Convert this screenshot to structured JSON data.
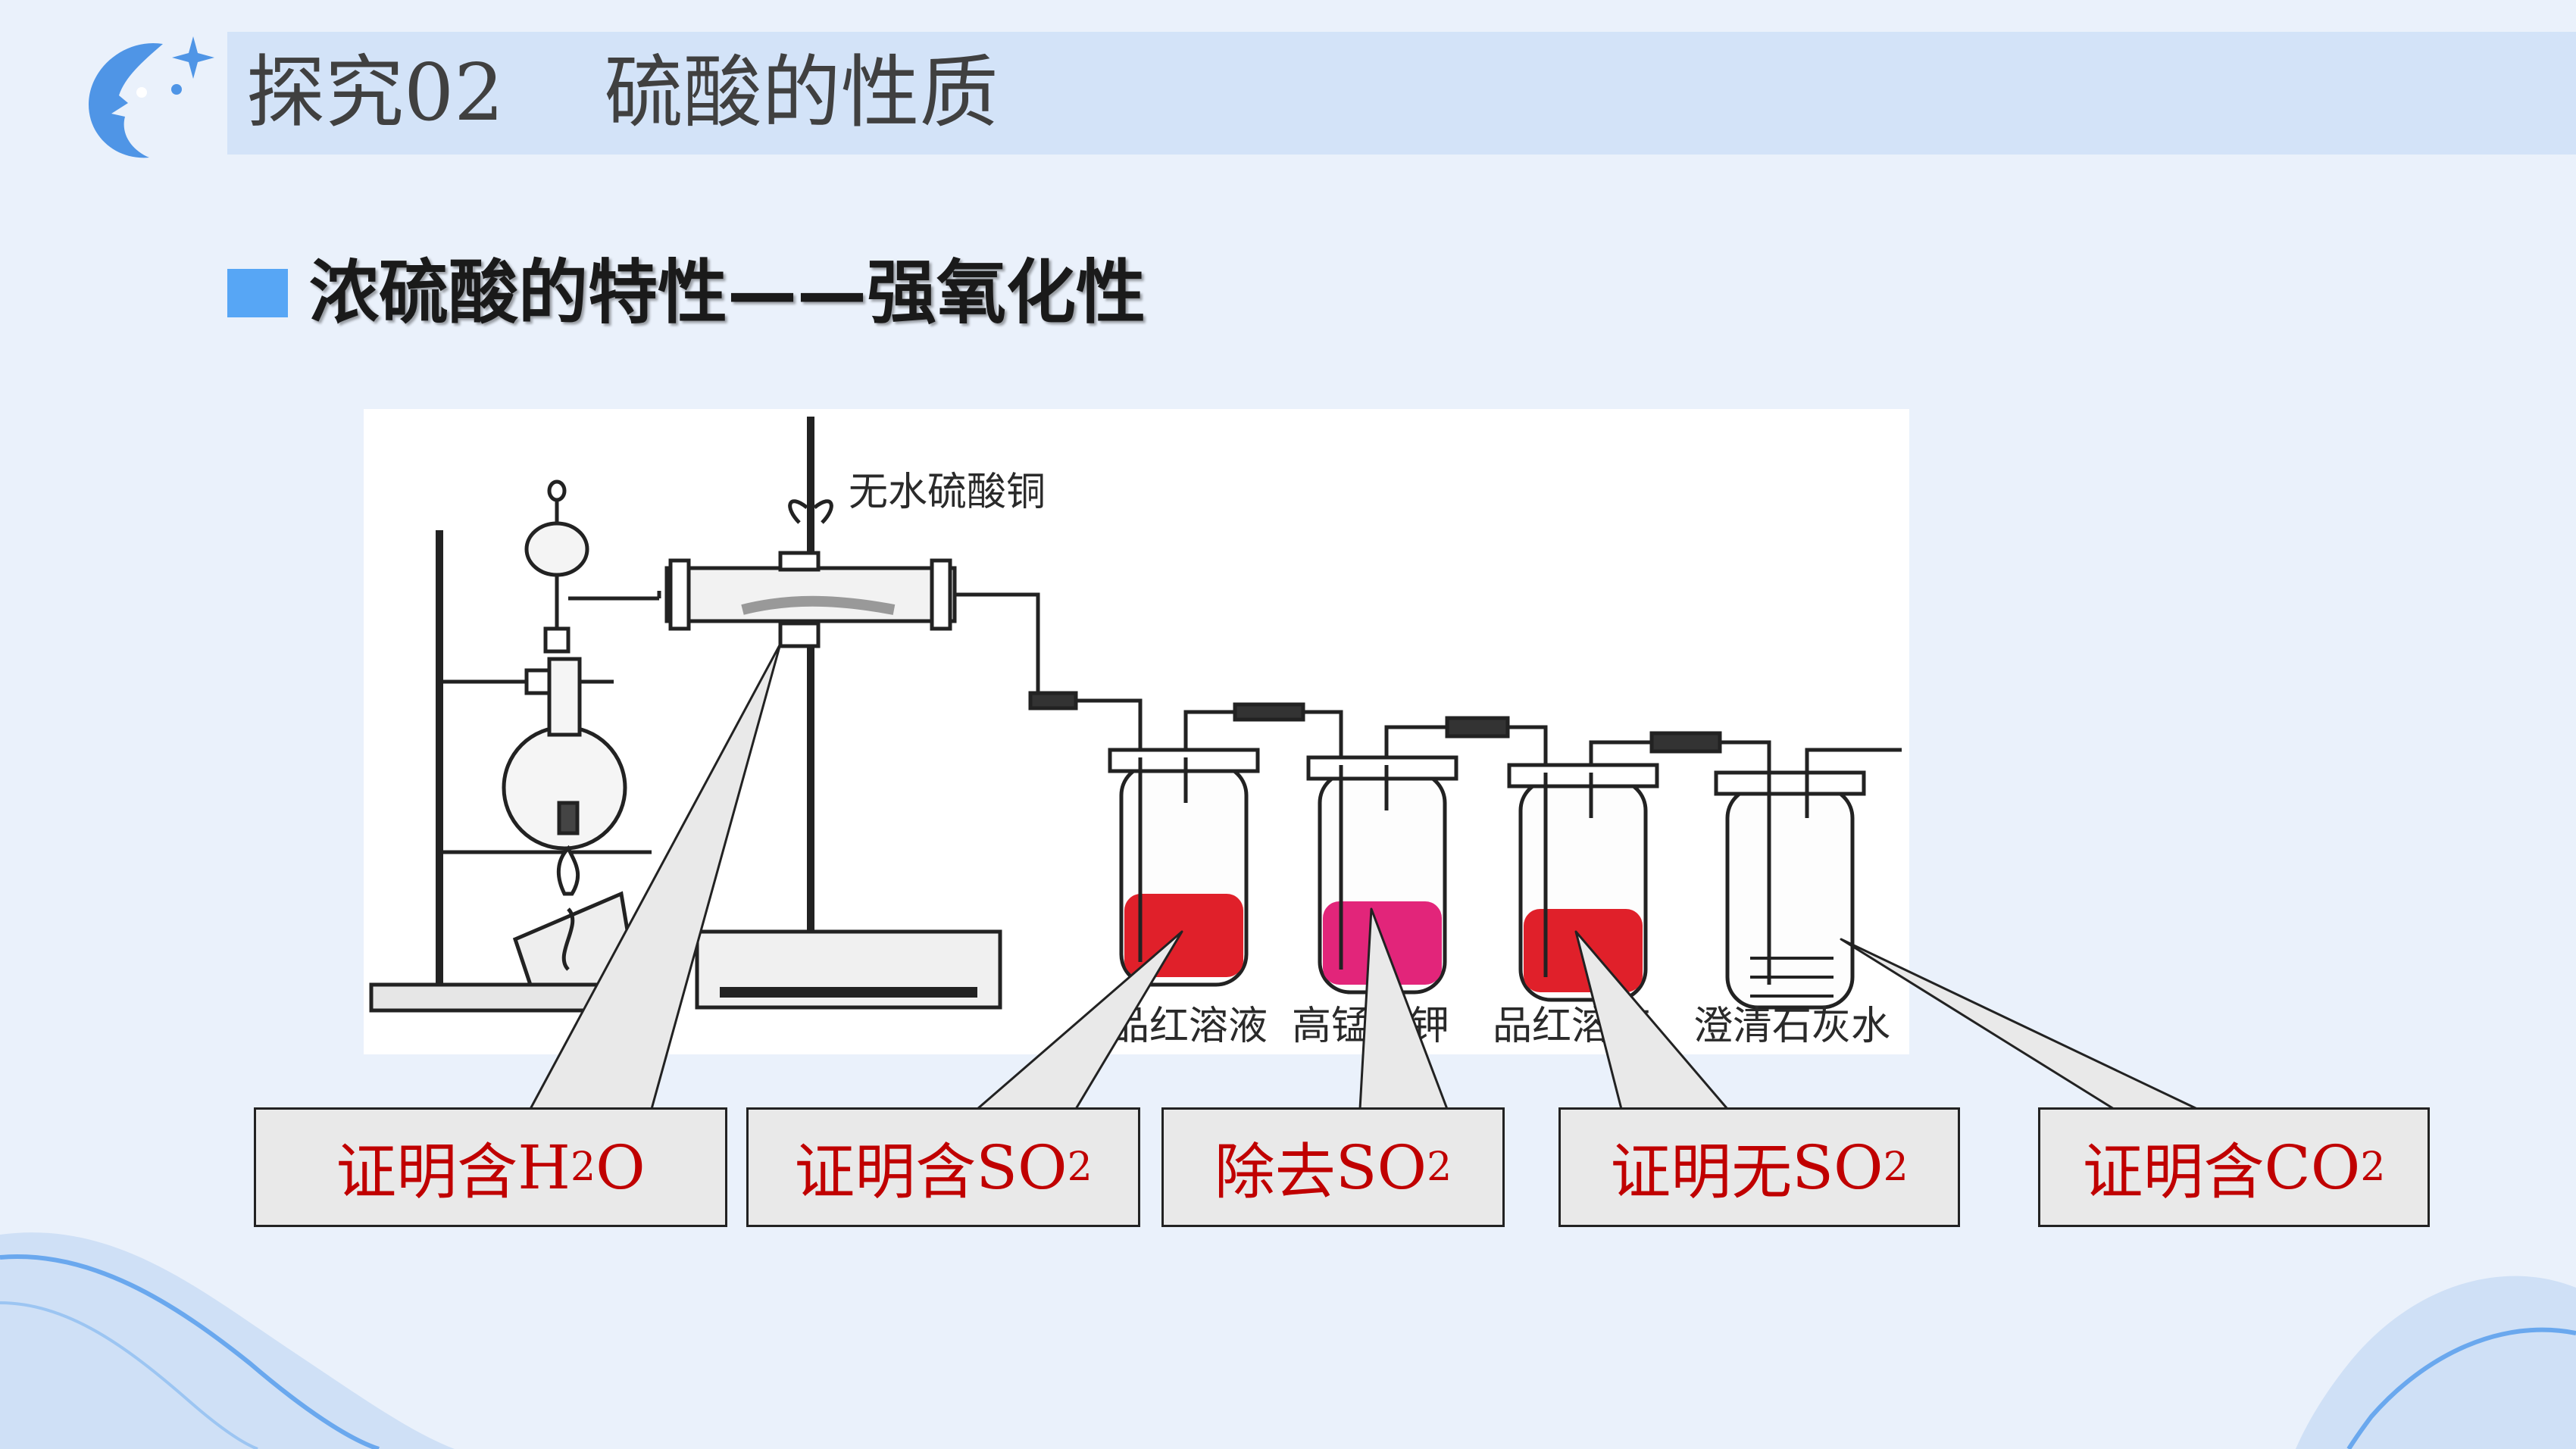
{
  "header": {
    "title": "探究02    硫酸的性质"
  },
  "section": {
    "subtitle": "浓硫酸的特性——强氧化性"
  },
  "apparatus": {
    "label_top": "无水硫酸铜",
    "bottle_labels": [
      "品红溶液",
      "高锰酸钾",
      "品红溶液",
      "澄清石灰水"
    ]
  },
  "callouts": [
    {
      "text": "证明含",
      "formula": "H",
      "sub": "2",
      "tail": "O"
    },
    {
      "text": "证明含",
      "formula": "SO",
      "sub": "2",
      "tail": ""
    },
    {
      "text": "除去",
      "formula": "SO",
      "sub": "2",
      "tail": ""
    },
    {
      "text": "证明无",
      "formula": "SO",
      "sub": "2",
      "tail": ""
    },
    {
      "text": "证明含",
      "formula": "CO",
      "sub": "2",
      "tail": ""
    }
  ],
  "colors": {
    "accent": "#57a6f5",
    "title_bar": "#d3e3f8",
    "callout_text": "#c00000",
    "solution_red": "#e0202a",
    "solution_pink": "#e2257a"
  },
  "icons": {
    "logo": "moon-face-sparkle-icon"
  }
}
